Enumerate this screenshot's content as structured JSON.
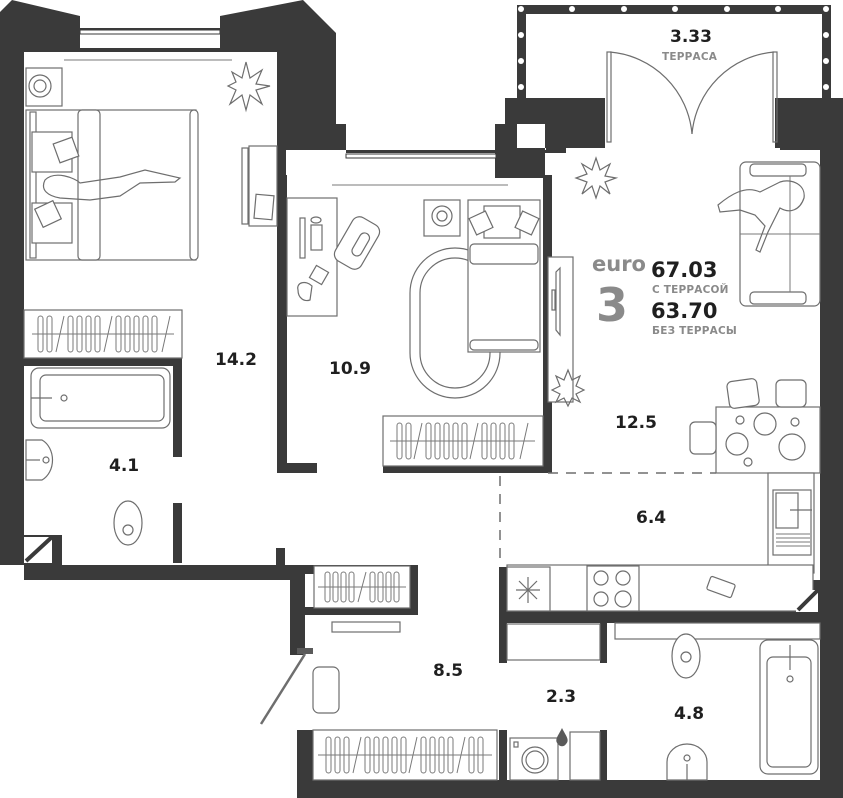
{
  "plan": {
    "apartment_type": "euro",
    "rooms_count": "3",
    "area_with_terrace": "67.03",
    "area_with_terrace_caption": "С ТЕРРАСОЙ",
    "area_without_terrace": "63.70",
    "area_without_terrace_caption": "БЕЗ ТЕРРАСЫ"
  },
  "rooms": {
    "terrace": {
      "area": "3.33",
      "caption": "ТЕРРАСА"
    },
    "master_bedroom": {
      "area": "14.2"
    },
    "bathroom_left": {
      "area": "4.1"
    },
    "bedroom_middle": {
      "area": "10.9"
    },
    "living_room": {
      "area": "12.5"
    },
    "kitchen": {
      "area": "6.4"
    },
    "hallway": {
      "area": "8.5"
    },
    "laundry": {
      "area": "2.3"
    },
    "bathroom_right": {
      "area": "4.8"
    }
  },
  "colors": {
    "wall": "#3a3a3a",
    "furniture_line": "#6e6e6e",
    "label": "#1f1f1f",
    "secondary_label": "#8a8a8a",
    "background": "#ffffff"
  }
}
